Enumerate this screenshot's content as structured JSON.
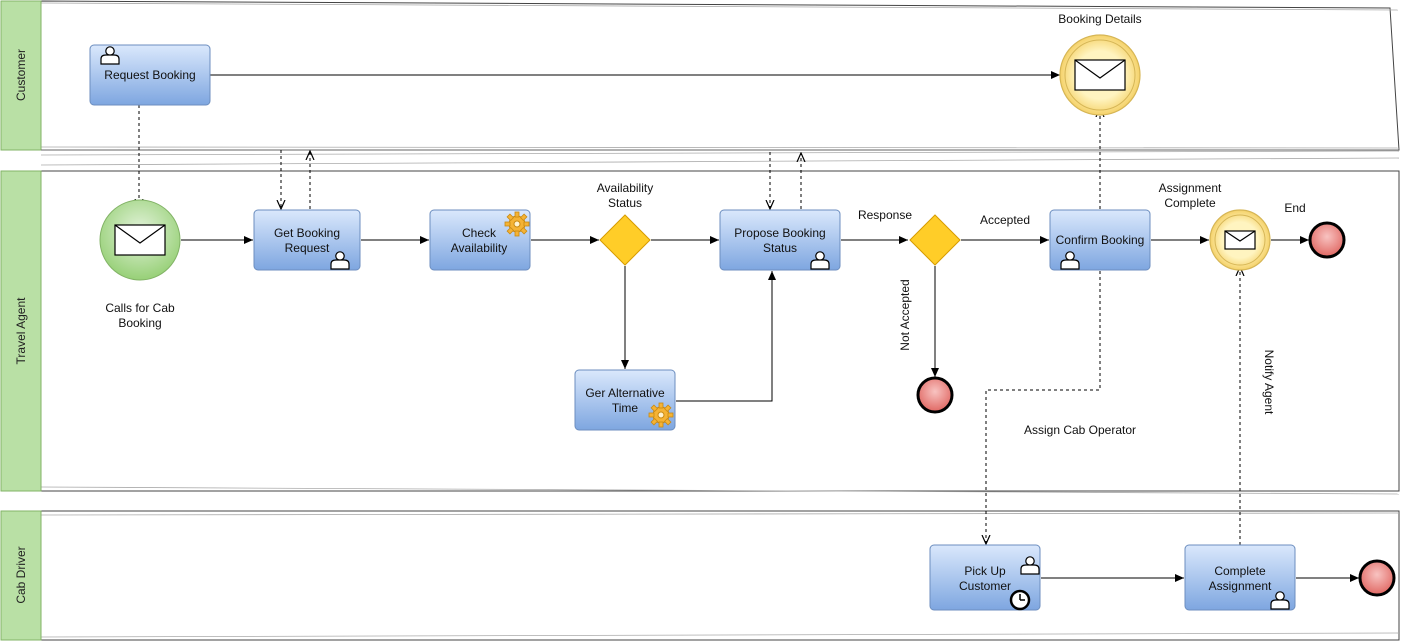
{
  "lanes": {
    "customer": "Customer",
    "travel_agent": "Travel Agent",
    "cab_driver": "Cab Driver"
  },
  "tasks": {
    "request_booking": "Request Booking",
    "get_booking_request": [
      "Get Booking",
      "Request"
    ],
    "check_availability": [
      "Check",
      "Availability"
    ],
    "propose_booking_status": [
      "Propose Booking",
      "Status"
    ],
    "confirm_booking": "Confirm Booking",
    "ger_alternative_time": [
      "Ger Alternative",
      "Time"
    ],
    "pick_up_customer": [
      "Pick Up",
      "Customer"
    ],
    "complete_assignment": [
      "Complete",
      "Assignment"
    ]
  },
  "labels": {
    "booking_details": "Booking Details",
    "calls_for_cab_booking": [
      "Calls for Cab",
      "Booking"
    ],
    "availability_status": [
      "Availability",
      "Status"
    ],
    "response": "Response",
    "accepted": "Accepted",
    "not_accepted": "Not Accepted",
    "assignment_complete": [
      "Assignment",
      "Complete"
    ],
    "end": "End",
    "assign_cab_operator": "Assign Cab Operator",
    "notify_agent": "Notify Agent"
  },
  "colors": {
    "lane_header": "#b9e0a5",
    "task_fill_top": "#dae8fc",
    "task_fill_bottom": "#7ea6e0",
    "task_stroke": "#6c8ebf",
    "gateway": "#ffcd28",
    "start_event": "#d5e8d4",
    "end_event": "#f19c99",
    "message_event": "#fff2cc"
  },
  "icons": [
    "user-icon",
    "gear-icon",
    "envelope-icon",
    "timer-icon"
  ]
}
